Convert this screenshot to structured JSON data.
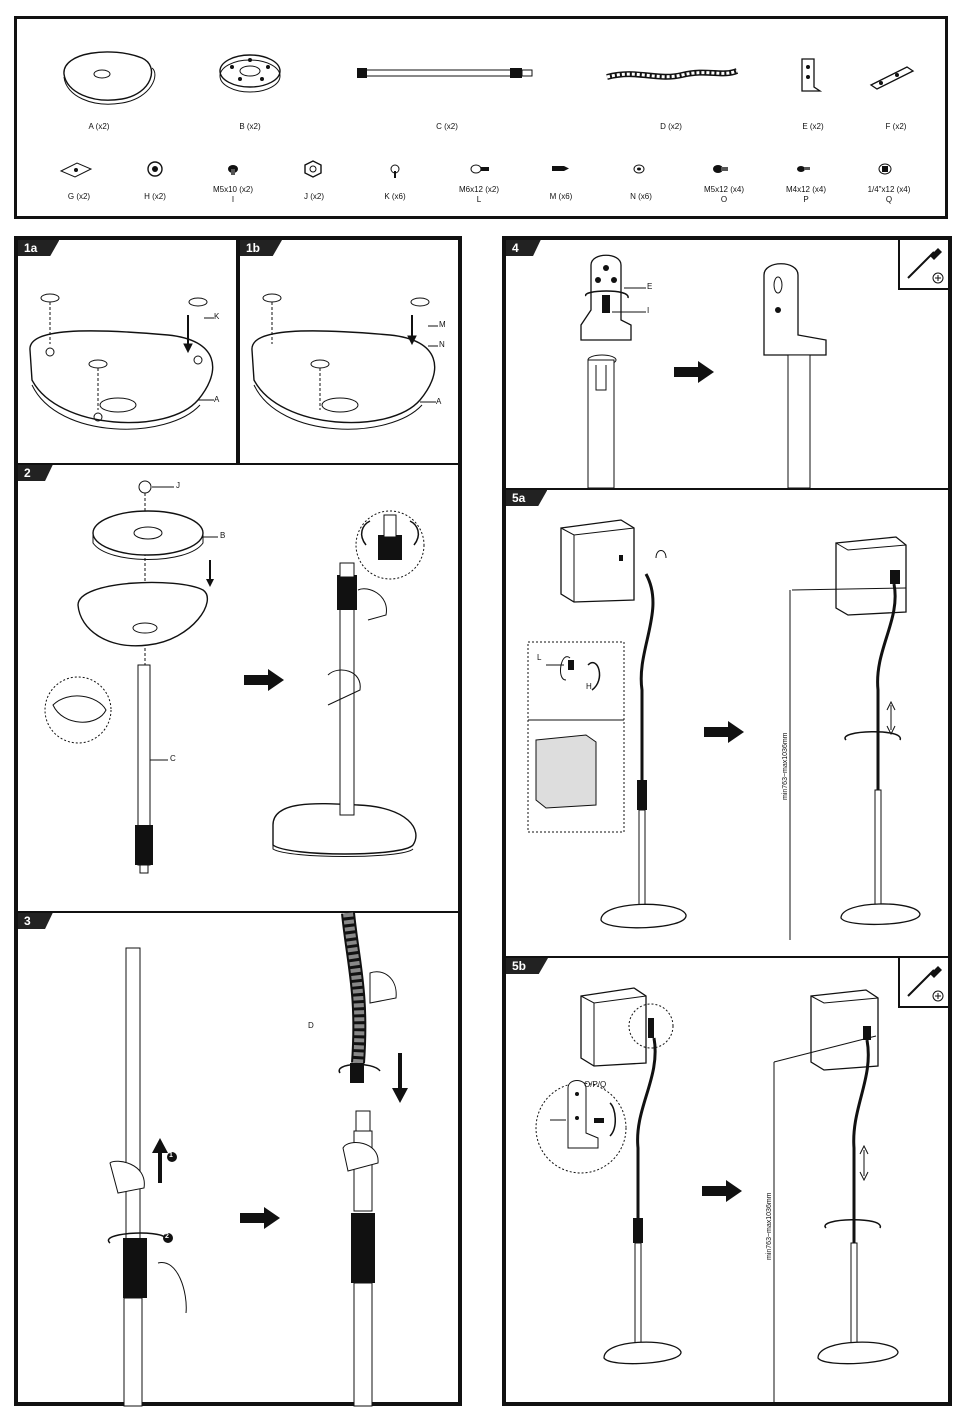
{
  "parts": [
    {
      "label": "A (x2)"
    },
    {
      "label": "B (x2)"
    },
    {
      "label": "C (x2)"
    },
    {
      "label": "D (x2)"
    },
    {
      "label": "E (x2)"
    },
    {
      "label": "F (x2)"
    },
    {
      "label": "G (x2)"
    },
    {
      "label": "H (x2)"
    },
    {
      "label": "M5x10 (x2)\nI"
    },
    {
      "label": "J (x2)"
    },
    {
      "label": "K (x6)"
    },
    {
      "label": "M6x12 (x2)\nL"
    },
    {
      "label": "M (x6)"
    },
    {
      "label": "N (x6)"
    },
    {
      "label": "M5x12 (x4)\nO"
    },
    {
      "label": "M4x12 (x4)\nP"
    },
    {
      "label": "1/4\"x12 (x4)\nQ"
    }
  ],
  "steps": {
    "s1a": "1a",
    "s1b": "1b",
    "s2": "2",
    "s3": "3",
    "s4": "4",
    "s5a": "5a",
    "s5b": "5b"
  },
  "callouts": {
    "k": "K",
    "a": "A",
    "m": "M",
    "n": "N",
    "j": "J",
    "b": "B",
    "c": "C",
    "d": "D",
    "e": "E",
    "i": "I",
    "l": "L",
    "h": "H",
    "opq": "O/P/Q",
    "one": "1",
    "two": "2"
  },
  "measure": "min763~max1036mm",
  "icons": [
    "screwdriver-icon",
    "arrow-right-icon",
    "rotate-icon"
  ]
}
